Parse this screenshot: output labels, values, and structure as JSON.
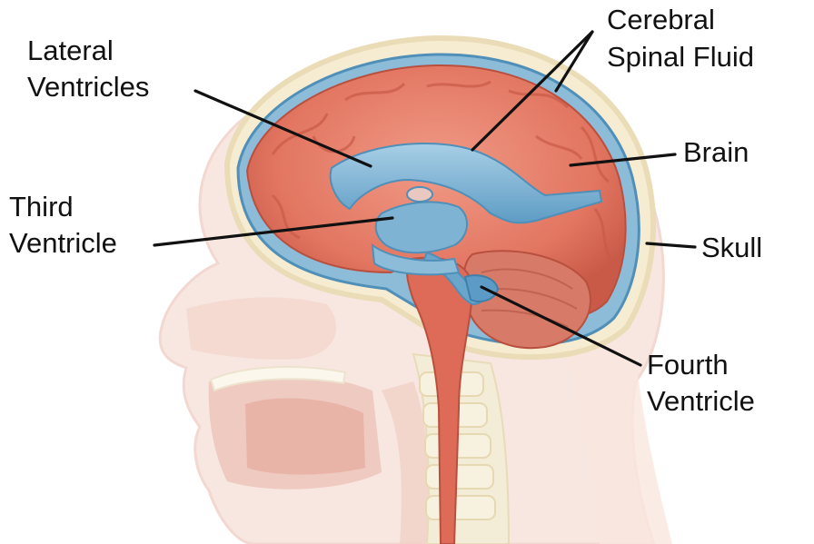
{
  "labels": {
    "lateral_ventricles": [
      "Lateral",
      "Ventricles"
    ],
    "cerebral_spinal_fluid": [
      "Cerebral",
      "Spinal Fluid"
    ],
    "brain": "Brain",
    "third_ventricle": [
      "Third",
      "Ventricle"
    ],
    "skull": "Skull",
    "fourth_ventricle": [
      "Fourth",
      "Ventricle"
    ]
  },
  "colors": {
    "brain": "#e47a67",
    "brain_dark": "#c75c4b",
    "csf": "#7fb3d3",
    "csf_dark": "#4f8fb8",
    "skull": "#f2e6c9",
    "head_faded": "#f6dcd4",
    "spine": "#f1ead2"
  }
}
